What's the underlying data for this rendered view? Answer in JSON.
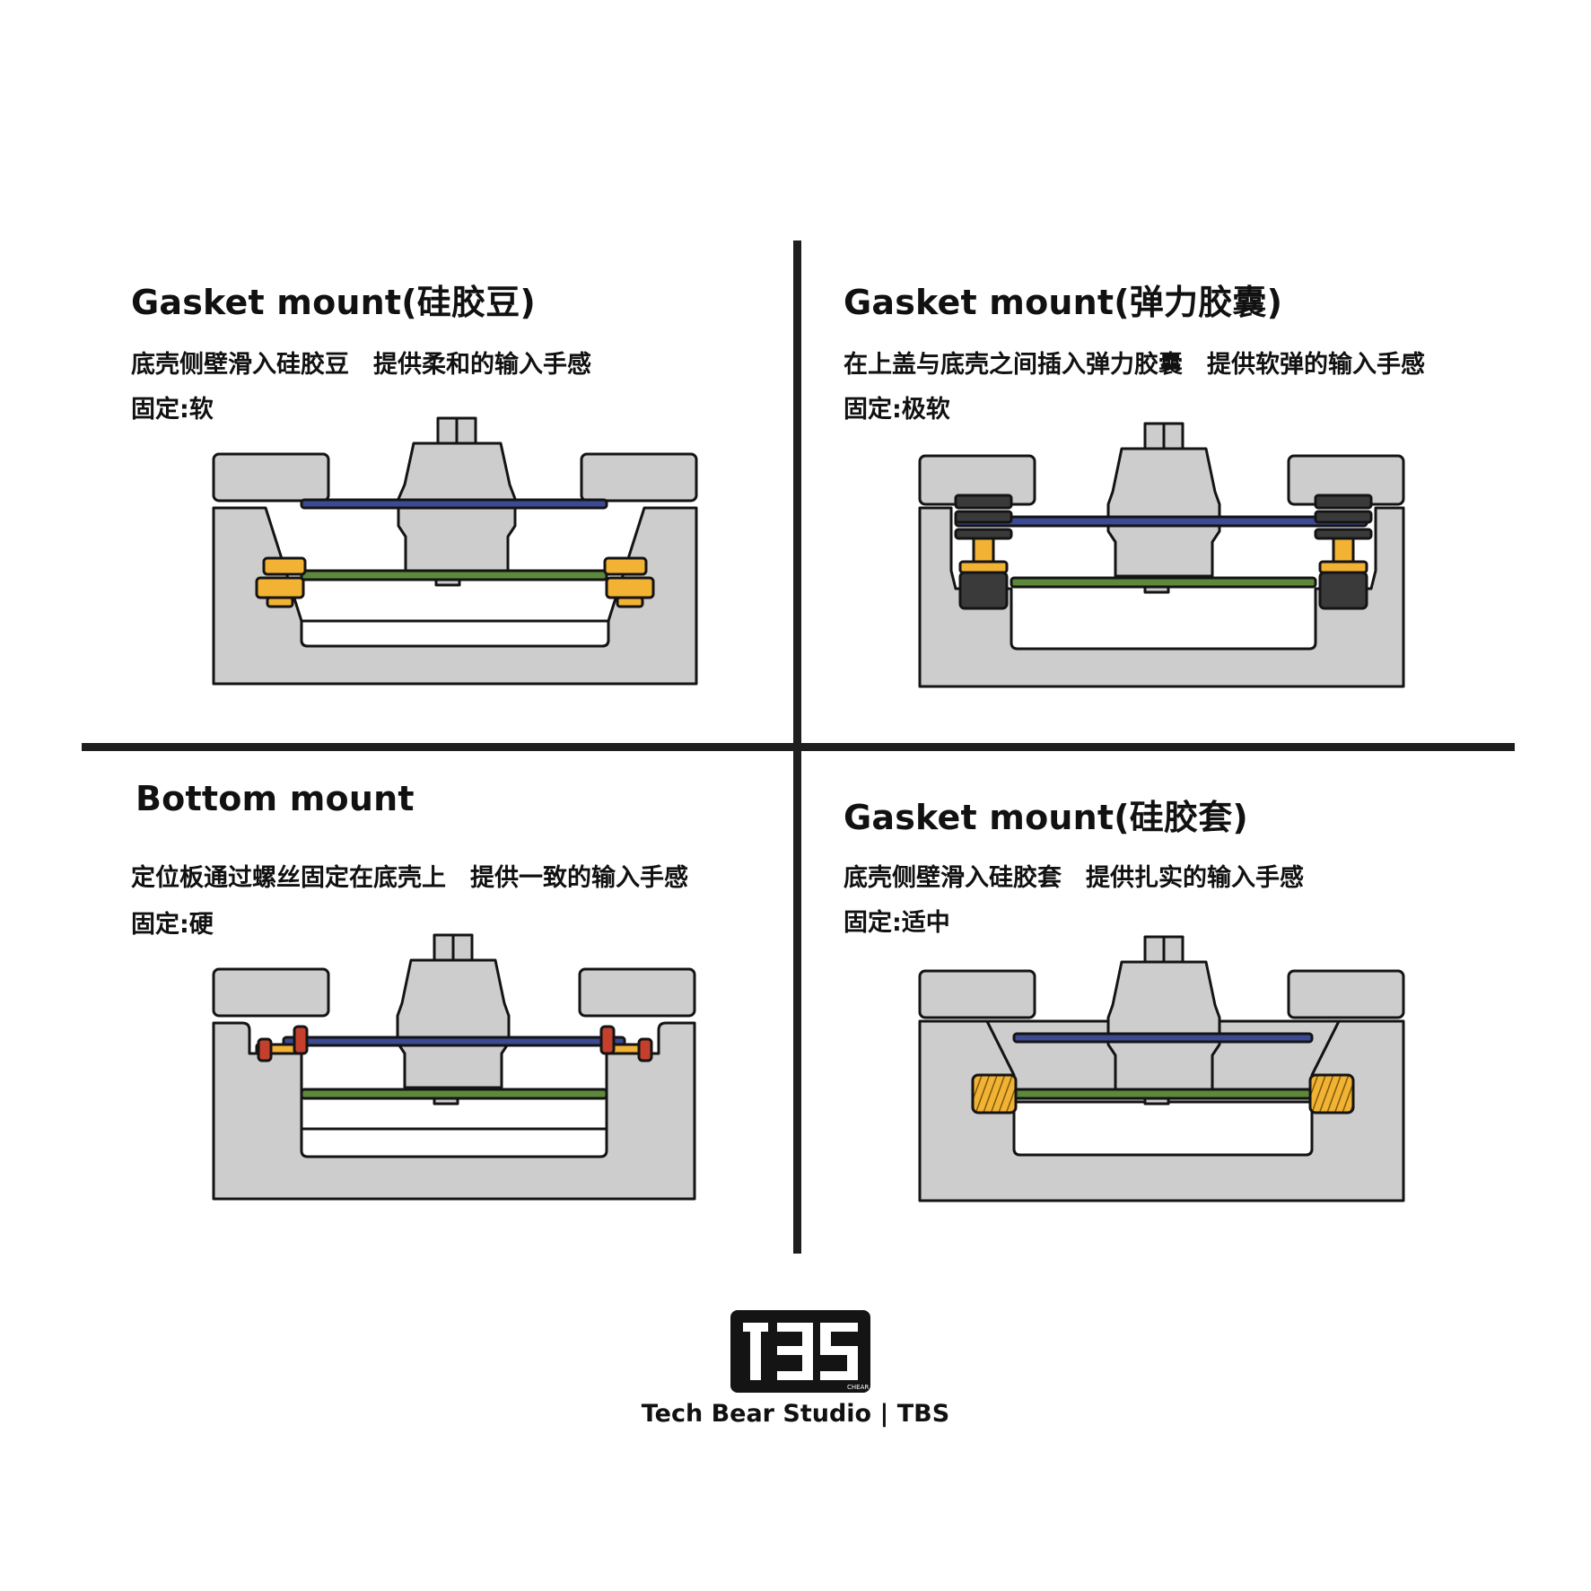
{
  "panels": {
    "top_left": {
      "title": "Gasket mount(硅胶豆)",
      "description": "底壳侧壁滑入硅胶豆　提供柔和的输入手感",
      "fixing": "固定:软"
    },
    "top_right": {
      "title": "Gasket mount(弹力胶囊)",
      "description": "在上盖与底壳之间插入弹力胶囊　提供软弹的输入手感",
      "fixing": "固定:极软"
    },
    "bottom_left": {
      "title": "Bottom mount",
      "description": "定位板通过螺丝固定在底壳上　提供一致的输入手感",
      "fixing": "固定:硬"
    },
    "bottom_right": {
      "title": "Gasket mount(硅胶套)",
      "description": "底壳侧壁滑入硅胶套　提供扎实的输入手感",
      "fixing": "固定:适中"
    }
  },
  "logo": {
    "text": "TBS",
    "subtext": "CHEAR"
  },
  "brand": "Tech Bear Studio | TBS",
  "colors": {
    "case_gray": "#cdcdcd",
    "outline": "#141414",
    "plate_blue": "#3b4a93",
    "pcb_green": "#5c8a3a",
    "gasket_orange": "#f2b233",
    "rubber_dark": "#3a3a3a",
    "screw_red": "#c4402c"
  },
  "icons": {
    "switch": "keyboard-switch-icon",
    "gasket": "gasket-icon",
    "screw": "screw-icon",
    "sleeve": "silicone-sleeve-icon"
  }
}
